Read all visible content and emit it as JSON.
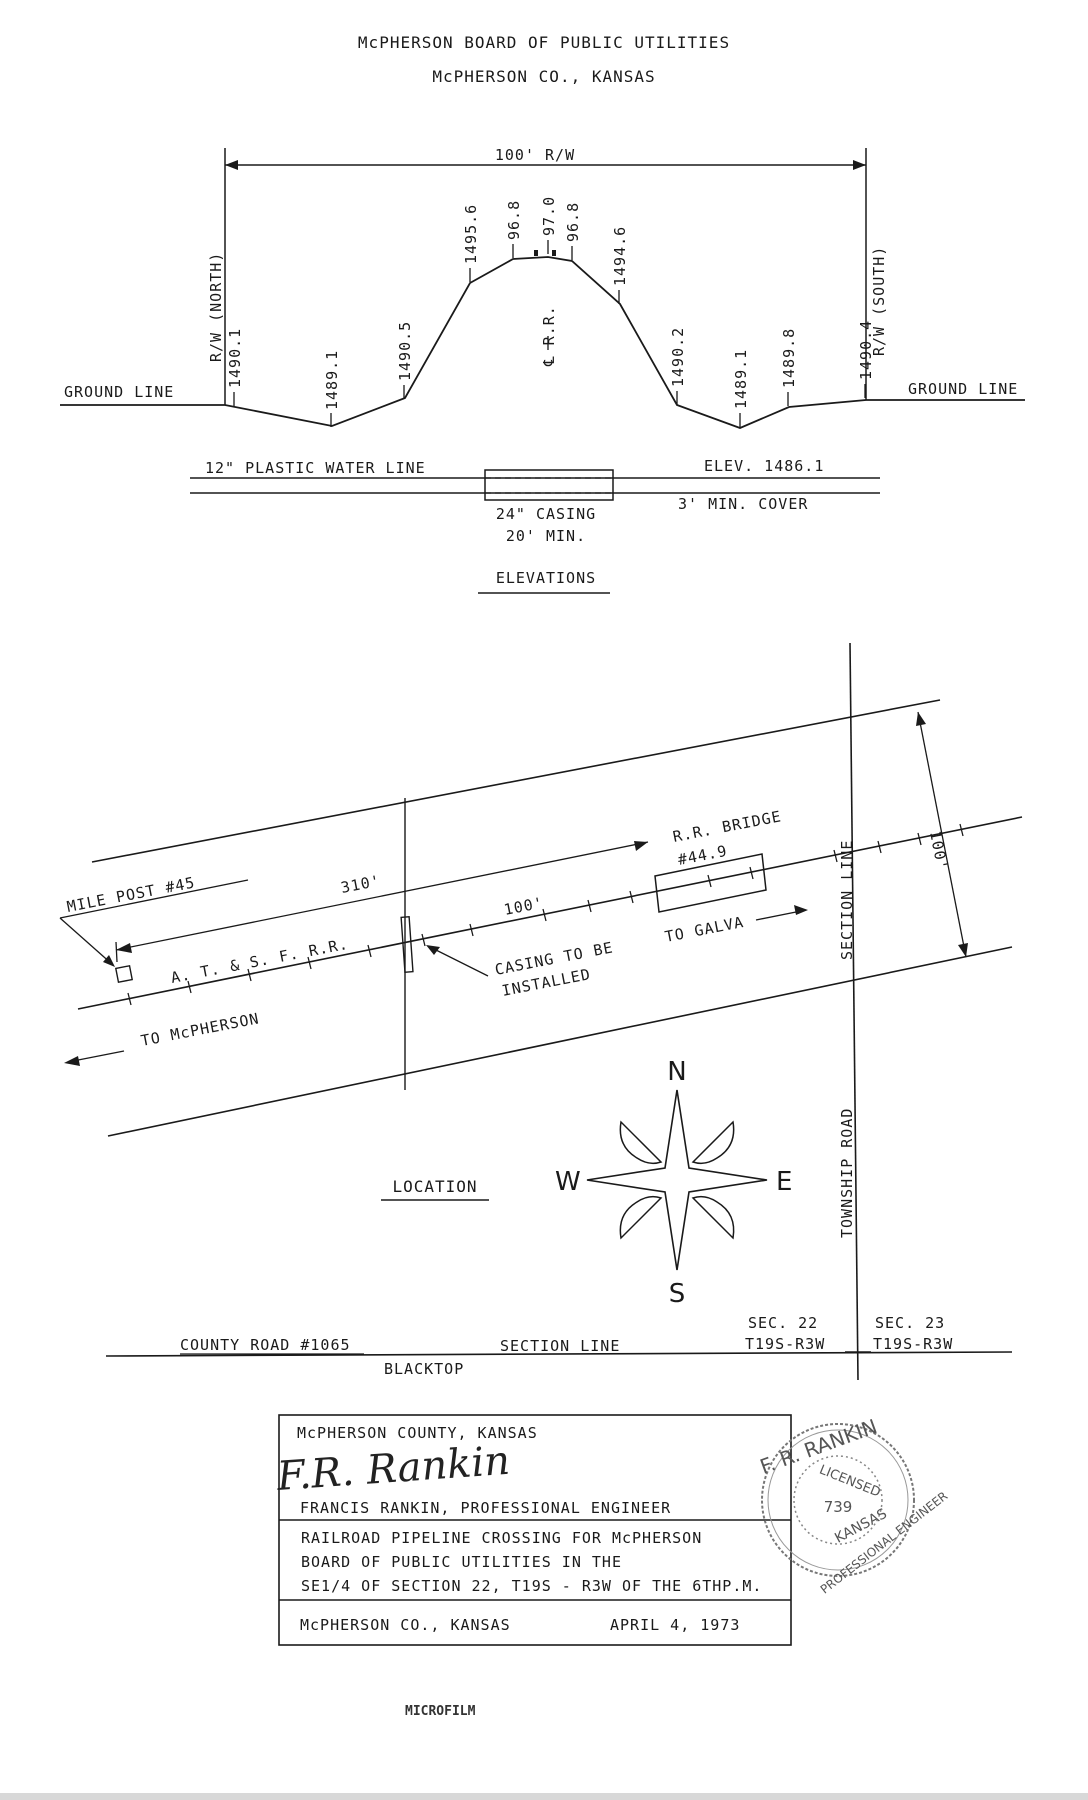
{
  "header": {
    "line1": "McPHERSON BOARD OF PUBLIC UTILITIES",
    "line2": "McPHERSON CO., KANSAS"
  },
  "elevations": {
    "row_width": "100' R/W",
    "rw_north": "R/W (NORTH)",
    "rw_south": "R/W (SOUTH)",
    "points": [
      "1490.1",
      "1489.1",
      "1490.5",
      "1495.6",
      "96.8",
      "97.0",
      "96.8",
      "1494.6",
      "1490.2",
      "1489.1",
      "1489.8",
      "1490.4"
    ],
    "centerline": "℄ R.R.",
    "ground_line_left": "GROUND LINE",
    "ground_line_right": "GROUND LINE",
    "water_line": "12\" PLASTIC WATER LINE",
    "elev": "ELEV. 1486.1",
    "casing_line1": "24\" CASING",
    "casing_line2": "20' MIN.",
    "cover": "3' MIN. COVER",
    "title": "ELEVATIONS"
  },
  "location": {
    "mile_post": "MILE POST #45",
    "dist_310": "310'",
    "dist_100": "100'",
    "dist_100_right": "100'",
    "bridge_line1": "R.R. BRIDGE",
    "bridge_line2": "#44.9",
    "railroad": "A. T. & S. F. R.R.",
    "casing_note_line1": "CASING TO BE",
    "casing_note_line2": "INSTALLED",
    "to_galva": "TO GALVA",
    "to_mcpherson": "TO McPHERSON",
    "section_line_vertical": "SECTION     LINE",
    "township_road": "TOWNSHIP ROAD",
    "title": "LOCATION",
    "compass": {
      "n": "N",
      "s": "S",
      "e": "E",
      "w": "W"
    },
    "county_road": "COUNTY ROAD #1065",
    "blacktop": "BLACKTOP",
    "section_line": "SECTION LINE",
    "sec22_line1": "SEC. 22",
    "sec22_line2": "T19S-R3W",
    "sec23_line1": "SEC. 23",
    "sec23_line2": "T19S-R3W"
  },
  "title_block": {
    "county": "McPHERSON COUNTY, KANSAS",
    "signature": "F.R. Rankin",
    "engineer": "FRANCIS RANKIN, PROFESSIONAL ENGINEER",
    "desc1": "RAILROAD PIPELINE CROSSING FOR McPHERSON",
    "desc2": "BOARD OF PUBLIC UTILITIES IN THE",
    "desc3": "SE1/4 OF SECTION 22, T19S - R3W OF THE 6THP.M.",
    "place": "McPHERSON CO., KANSAS",
    "date": "APRIL 4, 1973"
  },
  "seal": {
    "top": "F. R. RANKIN",
    "licensed": "LICENSED",
    "number": "739",
    "state": "KANSAS",
    "bottom": "PROFESSIONAL ENGINEER"
  },
  "footer": {
    "stamp": "MICROFILM"
  }
}
